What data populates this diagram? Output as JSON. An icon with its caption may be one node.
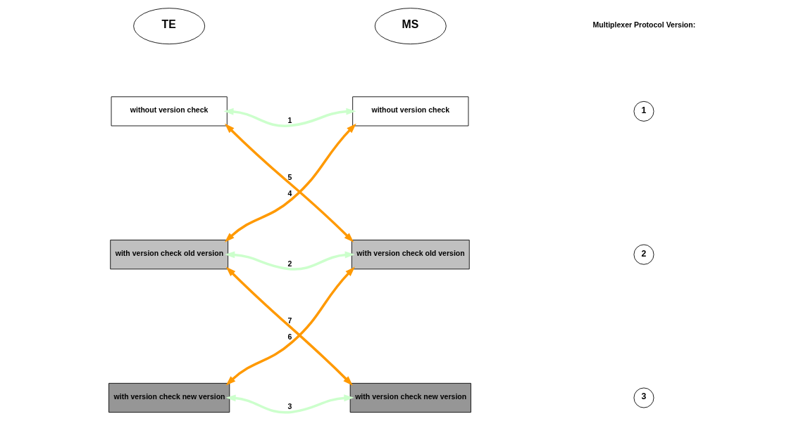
{
  "diagram": {
    "nodes": [
      {
        "text": [
          "TE"
        ]
      },
      {
        "text": [
          "MS"
        ]
      },
      {
        "text": [
          "without version check"
        ]
      },
      {
        "text": [
          "without version check"
        ]
      },
      {
        "text": [
          "with version check old version"
        ]
      },
      {
        "text": [
          "with version check old version"
        ]
      },
      {
        "text": [
          "with version check new version"
        ]
      },
      {
        "text": [
          "with version check new version"
        ]
      },
      {
        "text": [
          "1"
        ]
      },
      {
        "text": [
          "2"
        ]
      },
      {
        "text": [
          "3"
        ]
      }
    ],
    "edges": [
      {
        "from": 2,
        "to": 3,
        "arrow": "both",
        "label": "1",
        "color": "#ccffcc"
      },
      {
        "from": 2,
        "to": 5,
        "arrow": "both",
        "label": "5",
        "color": "#ff9900"
      },
      {
        "from": 4,
        "to": 3,
        "arrow": "both",
        "label": "4",
        "color": "#ff9900"
      },
      {
        "from": 4,
        "to": 5,
        "arrow": "both",
        "label": "2",
        "color": "#ccffcc"
      },
      {
        "from": 4,
        "to": 7,
        "arrow": "both",
        "label": "7",
        "color": "#ff9900"
      },
      {
        "from": 6,
        "to": 5,
        "arrow": "both",
        "label": "6",
        "color": "#ff9900"
      },
      {
        "from": 6,
        "to": 7,
        "arrow": "both",
        "label": "3",
        "color": "#ccffcc"
      }
    ],
    "labels": [
      "Multiplexer Protocol Version:"
    ]
  }
}
